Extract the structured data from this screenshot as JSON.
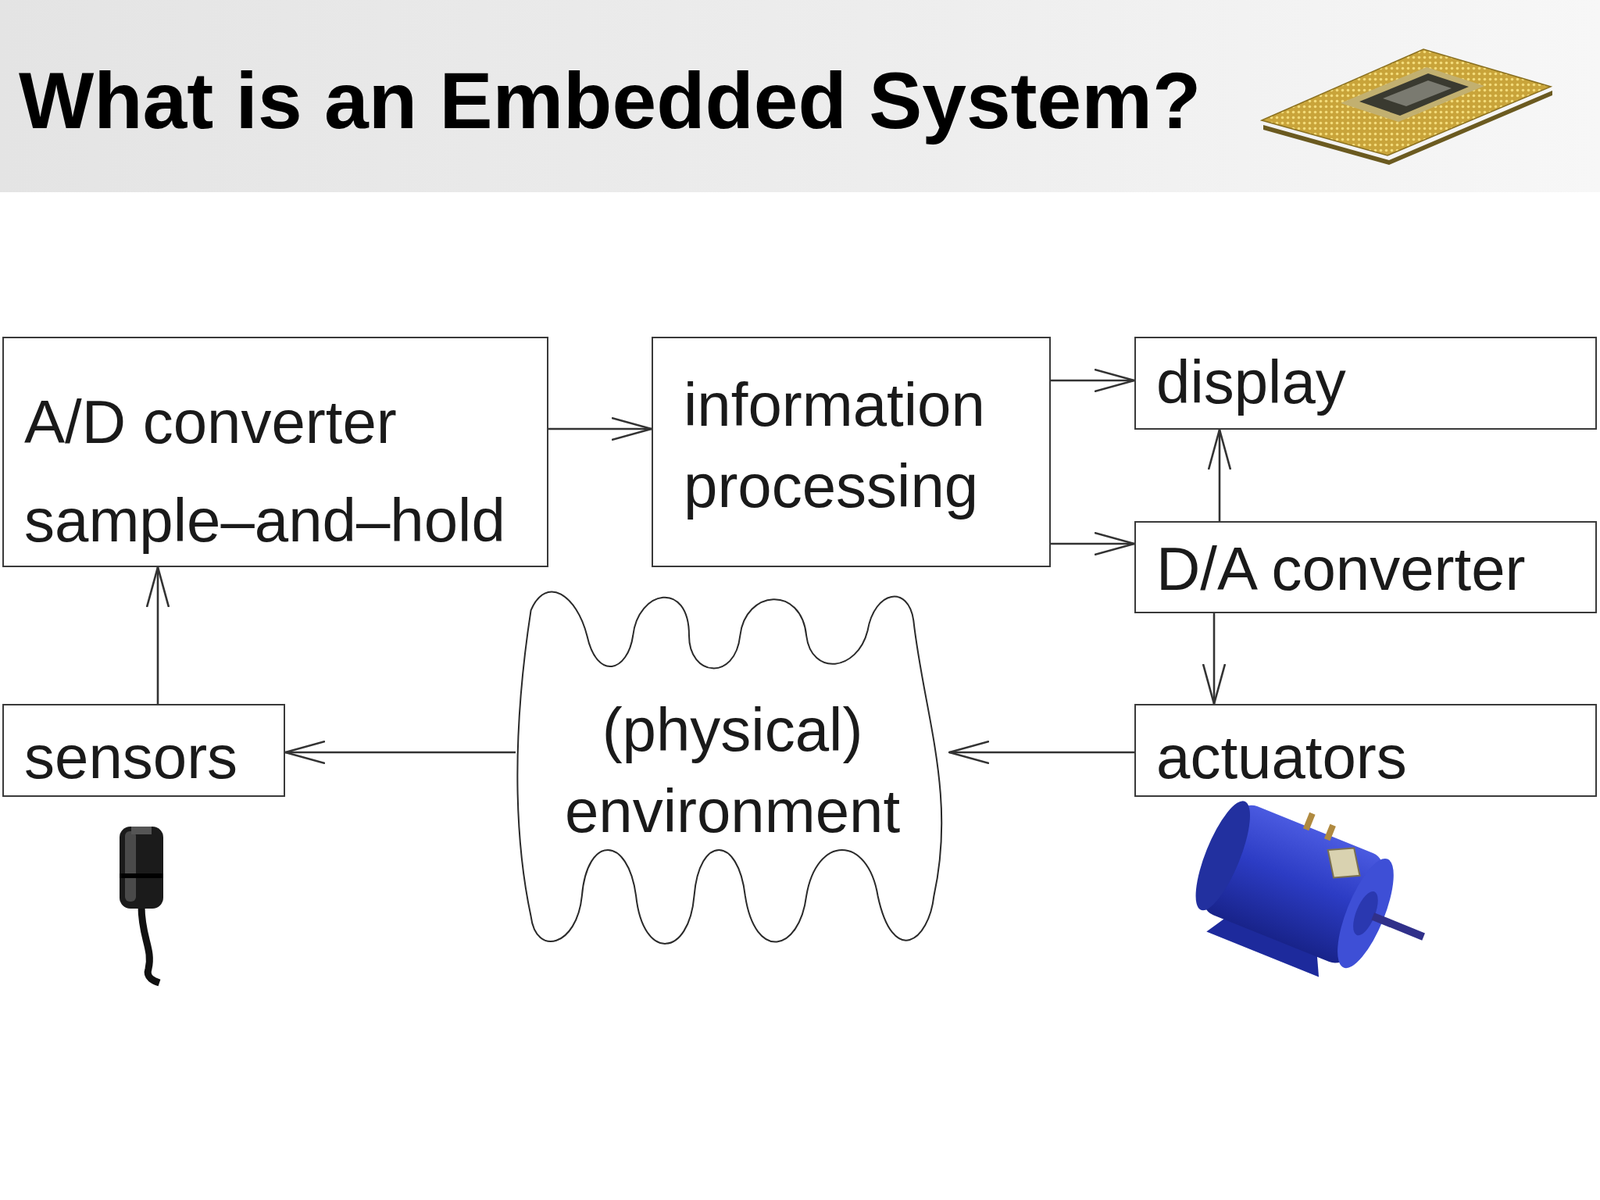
{
  "diagram": {
    "title": "What is an Embedded System?",
    "nodes": [
      {
        "text": [
          "A/D converter",
          "sample–and–hold"
        ]
      },
      {
        "text": [
          "information processing"
        ]
      },
      {
        "text": [
          "display"
        ]
      },
      {
        "text": [
          "D/A converter"
        ]
      },
      {
        "text": [
          "sensors"
        ]
      },
      {
        "text": [
          "(physical) environment"
        ]
      },
      {
        "text": [
          "actuators"
        ]
      }
    ],
    "edges": [
      {
        "from": 0,
        "to": 1,
        "arrow": "to"
      },
      {
        "from": 1,
        "to": 2,
        "arrow": "to"
      },
      {
        "from": 1,
        "to": 3,
        "arrow": "to"
      },
      {
        "from": 3,
        "to": 2,
        "arrow": "to"
      },
      {
        "from": 3,
        "to": 6,
        "arrow": "to"
      },
      {
        "from": 6,
        "to": 5,
        "arrow": "to"
      },
      {
        "from": 5,
        "to": 4,
        "arrow": "to"
      },
      {
        "from": 4,
        "to": 0,
        "arrow": "to"
      }
    ]
  }
}
